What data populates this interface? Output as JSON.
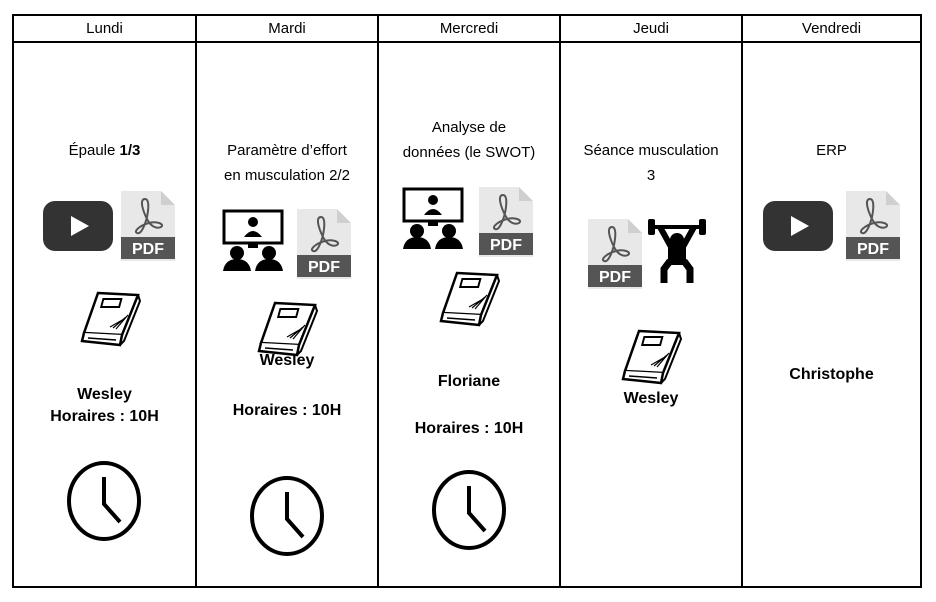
{
  "days": [
    {
      "name": "Lundi",
      "title_parts": [
        "Épaule ",
        "1/3"
      ],
      "icons": [
        "youtube-icon",
        "pdf-icon",
        "book-icon",
        "clock-icon"
      ],
      "trainer": "Wesley",
      "schedule": "Horaires : 10H"
    },
    {
      "name": "Mardi",
      "title_lines": [
        "Paramètre d’effort",
        "en musculation 2/2"
      ],
      "icons": [
        "videoconference-icon",
        "pdf-icon",
        "book-icon",
        "clock-icon"
      ],
      "trainer": "Wesley",
      "schedule": "Horaires : 10H"
    },
    {
      "name": "Mercredi",
      "title_lines": [
        "Analyse de",
        "données (le SWOT)"
      ],
      "icons": [
        "videoconference-icon",
        "pdf-icon",
        "book-icon",
        "clock-icon"
      ],
      "trainer": "Floriane",
      "schedule": "Horaires : 10H"
    },
    {
      "name": "Jeudi",
      "title_lines": [
        "Séance musculation",
        "3"
      ],
      "icons": [
        "pdf-icon",
        "weightlifting-icon",
        "book-icon"
      ],
      "trainer": "Wesley"
    },
    {
      "name": "Vendredi",
      "title_lines": [
        "ERP"
      ],
      "icons": [
        "youtube-icon",
        "pdf-icon"
      ],
      "trainer": "Christophe"
    }
  ],
  "pdf_label": "PDF",
  "colors": {
    "icon_dark": "#333333",
    "pdf_page": "#e8e8e8",
    "pdf_band": "#555555"
  }
}
